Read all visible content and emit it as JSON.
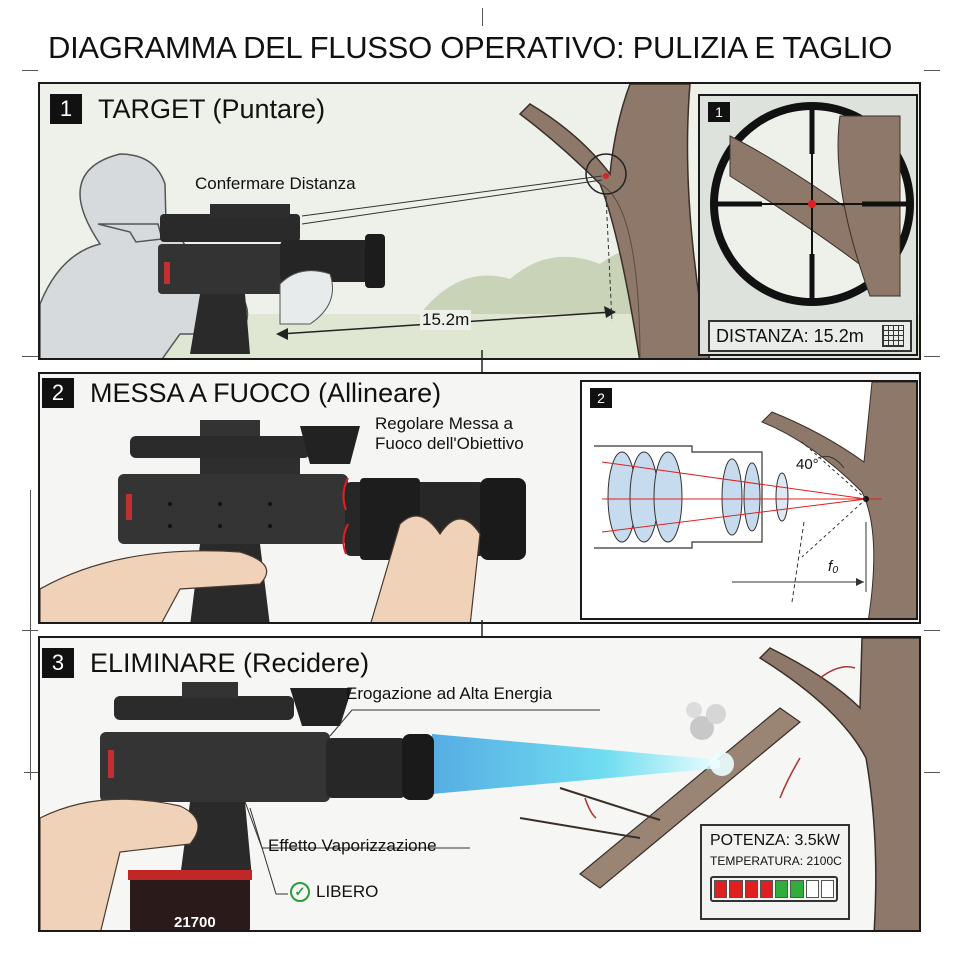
{
  "title": "DIAGRAMMA DEL FLUSSO OPERATIVO: PULIZIA E TAGLIO",
  "steps": [
    {
      "number": "1",
      "title": "TARGET (Puntare)",
      "labels": {
        "confirm": "Confermare Distanza",
        "distance": "15.2m"
      },
      "inset": {
        "number": "1",
        "readout": "DISTANZA: 15.2m"
      }
    },
    {
      "number": "2",
      "title": "MESSA A FUOCO (Allineare)",
      "labels": {
        "focus_line1": "Regolare Messa a",
        "focus_line2": "Fuoco dell'Obiettivo"
      },
      "inset": {
        "number": "2",
        "angle": "40°",
        "focal": "f₀"
      }
    },
    {
      "number": "3",
      "title": "ELIMINARE (Recidere)",
      "labels": {
        "energy": "Erogazione ad Alta Energia",
        "vapor": "Effetto Vaporizzazione",
        "free": "LIBERO",
        "battery": "21700"
      },
      "status": {
        "power": "POTENZA: 3.5kW",
        "temperature": "TEMPERATURA: 2100C",
        "battery_cells": [
          "red",
          "red",
          "red",
          "red",
          "green",
          "green",
          "empty",
          "empty"
        ]
      }
    }
  ],
  "icons": [
    "grid-icon",
    "check-icon",
    "crosshair-icon"
  ],
  "colors": {
    "accent_red": "#e02020",
    "accent_green": "#2fae3c",
    "beam": "#58d8f0",
    "tree_bark": "#8a7260",
    "panel_border": "#1a1a1a"
  }
}
